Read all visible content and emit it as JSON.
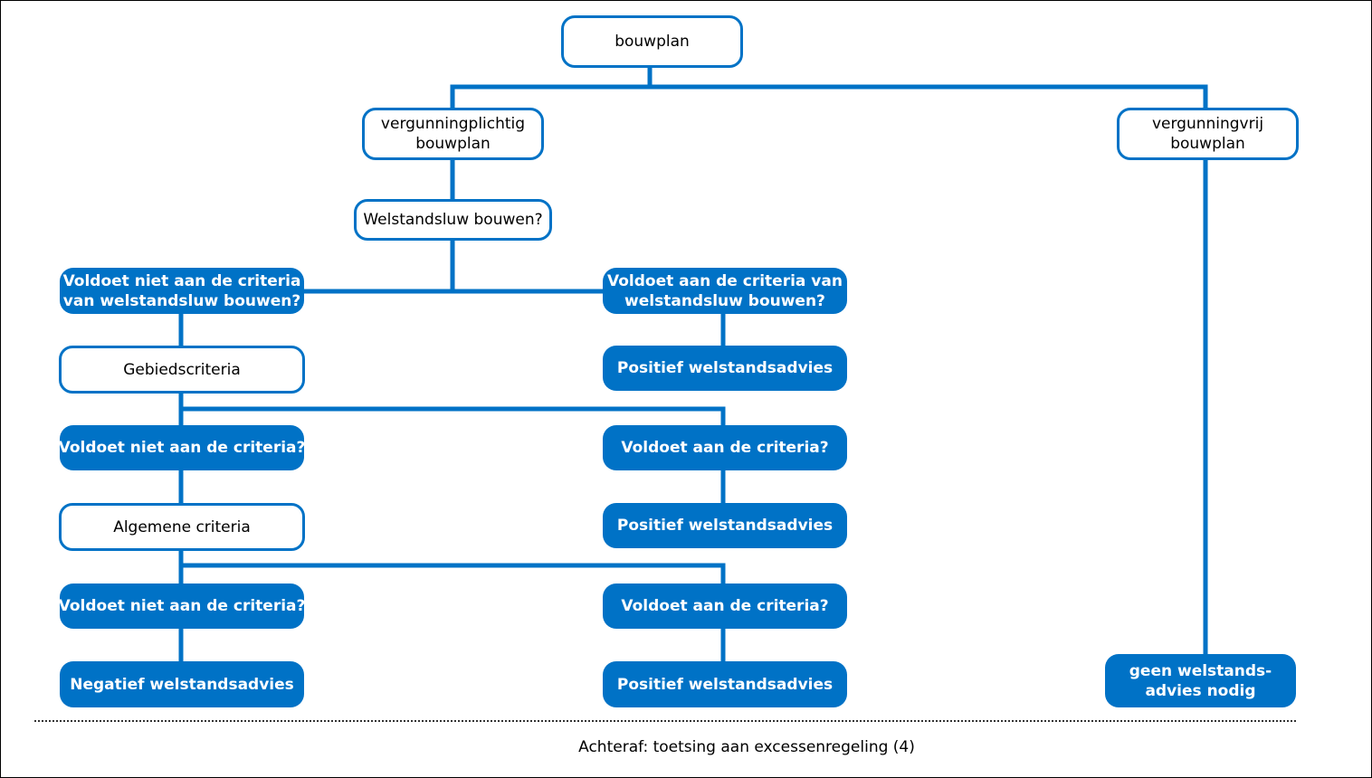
{
  "accent_color": "#0072c6",
  "nodes": {
    "root": "bouwplan",
    "vergunningplichtig": "vergunningplichtig\nbouwplan",
    "vergunningvrij": "vergunningvrij\nbouwplan",
    "welstandsluw_vraag": "Welstandsluw bouwen?",
    "voldoet_niet_welstandsluw": "Voldoet niet aan de criteria\nvan welstandsluw bouwen?",
    "voldoet_welstandsluw": "Voldoet aan de criteria van\nwelstandsluw bouwen?",
    "positief_1": "Positief welstandsadvies",
    "gebiedscriteria": "Gebiedscriteria",
    "voldoet_niet_1": "Voldoet niet aan de criteria?",
    "voldoet_1": "Voldoet aan de criteria?",
    "positief_2": "Positief welstandsadvies",
    "algemene_criteria": "Algemene criteria",
    "voldoet_niet_2": "Voldoet niet aan de criteria?",
    "voldoet_2": "Voldoet aan de criteria?",
    "negatief": "Negatief welstandsadvies",
    "positief_3": "Positief welstandsadvies",
    "geen_advies": "geen welstands-\nadvies nodig"
  },
  "footer": "Achteraf: toetsing aan excessenregeling (4)"
}
